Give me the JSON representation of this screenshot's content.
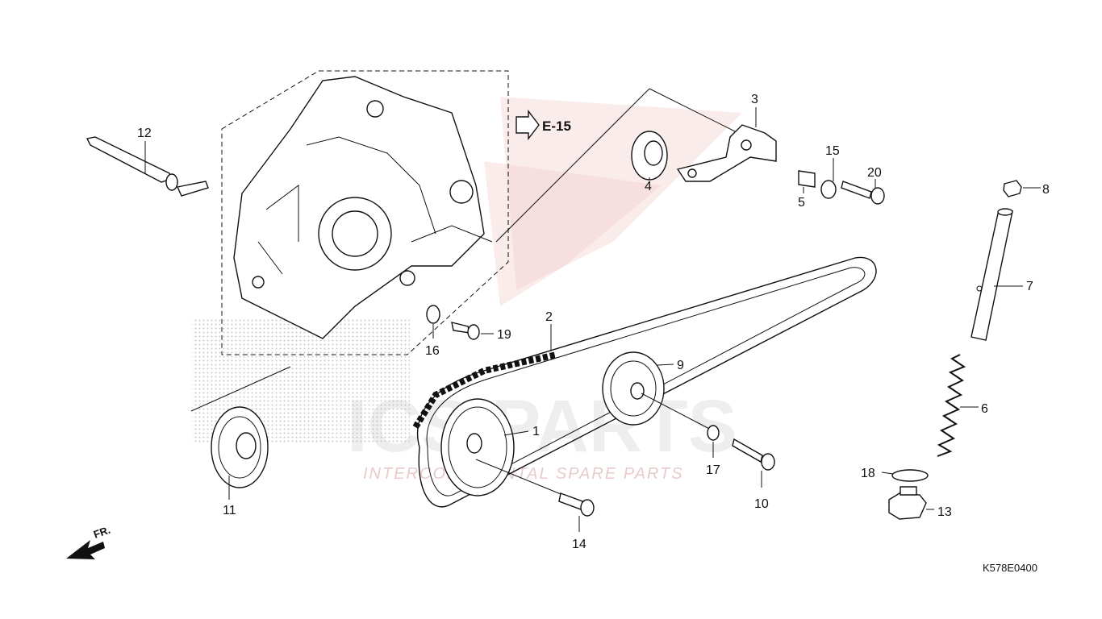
{
  "diagram_code": "K578E0400",
  "reference": {
    "label": "E-15"
  },
  "direction": {
    "label": "FR."
  },
  "watermark": {
    "brand": "ICS PARTS",
    "tagline": "INTERCONTINENTAL SPARE PARTS"
  },
  "callouts": {
    "p1": "1",
    "p2": "2",
    "p3": "3",
    "p4": "4",
    "p5": "5",
    "p6": "6",
    "p7": "7",
    "p8": "8",
    "p9": "9",
    "p10": "10",
    "p11": "11",
    "p12": "12",
    "p13": "13",
    "p14": "14",
    "p15": "15",
    "p16": "16",
    "p17": "17",
    "p18": "18",
    "p19": "19",
    "p20": "20"
  },
  "colors": {
    "line": "#111111",
    "watermark_red": "#e8a0a0",
    "screen_gray": "#bdbdbd"
  }
}
